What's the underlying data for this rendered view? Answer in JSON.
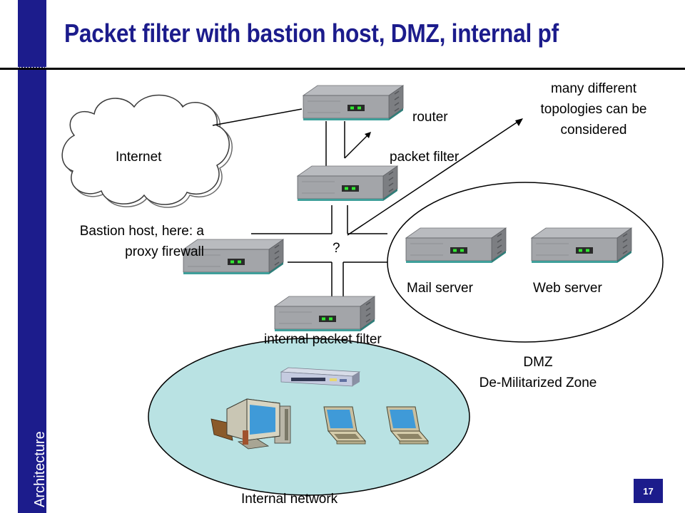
{
  "slide": {
    "title": "Packet filter with bastion host, DMZ, internal pf",
    "sidebar_label": "Architecture",
    "page_number": "17"
  },
  "diagram": {
    "labels": {
      "internet": "Internet",
      "router": "router",
      "packet_filter": "packet filter",
      "topologies_line1": "many different",
      "topologies_line2": "topologies can be",
      "topologies_line3": "considered",
      "bastion_line1": "Bastion host, here: a",
      "bastion_line2": "proxy firewall",
      "question": "?",
      "mail_server": "Mail server",
      "web_server": "Web server",
      "internal_pf": "internal packet filter",
      "dmz_line1": "DMZ",
      "dmz_line2": "De-Militarized Zone",
      "internal_network": "Internal network"
    }
  },
  "colors": {
    "accent": "#1c1c8c",
    "internal_network_fill": "#b9e2e3",
    "device_body": "#9fa1a5"
  }
}
